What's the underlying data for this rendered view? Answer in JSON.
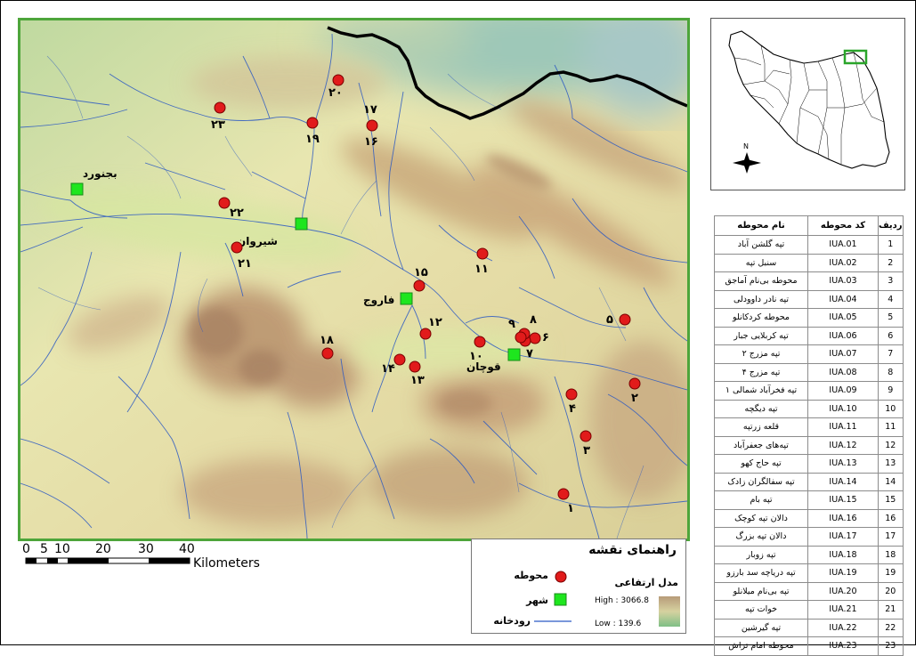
{
  "map": {
    "cities": [
      {
        "name": "بجنورد"
      },
      {
        "name": "شیروان"
      },
      {
        "name": "فاروج"
      },
      {
        "name": "قوچان"
      }
    ],
    "sites": [
      "1",
      "2",
      "3",
      "4",
      "5",
      "6",
      "7",
      "8",
      "9",
      "10",
      "11",
      "12",
      "13",
      "14",
      "15",
      "16",
      "17",
      "18",
      "19",
      "20",
      "21",
      "22",
      "23"
    ],
    "site_label_digits": [
      "۱",
      "۲",
      "۳",
      "۴",
      "۵",
      "۶",
      "۷",
      "۸",
      "۹",
      "۱۰",
      "۱۱",
      "۱۲",
      "۱۳",
      "۱۴",
      "۱۵",
      "۱۶",
      "۱۷",
      "۱۸",
      "۱۹",
      "۲۰",
      "۲۱",
      "۲۲",
      "۲۳"
    ],
    "colors": {
      "site": "#e11b1b",
      "city": "#1ee61e",
      "river": "#2b59c3",
      "border": "#000000",
      "frame": "#4da53a"
    }
  },
  "inset": {
    "north_label": "N"
  },
  "table": {
    "headers": {
      "row": "ردیف",
      "code": "کد محوطه",
      "name": "نام محوطه"
    },
    "rows": [
      {
        "row": "1",
        "code": "IUA.01",
        "name": "تپه گلشن آباد"
      },
      {
        "row": "2",
        "code": "IUA.02",
        "name": "سنبل تپه"
      },
      {
        "row": "3",
        "code": "IUA.03",
        "name": "محوطه بی‌نام آماجق"
      },
      {
        "row": "4",
        "code": "IUA.04",
        "name": "تپه نادر داوودلی"
      },
      {
        "row": "5",
        "code": "IUA.05",
        "name": "محوطه کردکانلو"
      },
      {
        "row": "6",
        "code": "IUA.06",
        "name": "تپه کربلایی جبار"
      },
      {
        "row": "7",
        "code": "IUA.07",
        "name": "تپه مزرج ۲"
      },
      {
        "row": "8",
        "code": "IUA.08",
        "name": "تپه مزرج ۴"
      },
      {
        "row": "9",
        "code": "IUA.09",
        "name": "تپه فخرآباد شمالی ۱"
      },
      {
        "row": "10",
        "code": "IUA.10",
        "name": "تپه دیگچه"
      },
      {
        "row": "11",
        "code": "IUA.11",
        "name": "قلعه زرتپه"
      },
      {
        "row": "12",
        "code": "IUA.12",
        "name": "تپه‌های جعفرآباد"
      },
      {
        "row": "13",
        "code": "IUA.13",
        "name": "تپه حاج کهو"
      },
      {
        "row": "14",
        "code": "IUA.14",
        "name": "تپه سفالگران زادک"
      },
      {
        "row": "15",
        "code": "IUA.15",
        "name": "تپه بام"
      },
      {
        "row": "16",
        "code": "IUA.16",
        "name": "دالان تپه کوچک"
      },
      {
        "row": "17",
        "code": "IUA.17",
        "name": "دالان تپه بزرگ"
      },
      {
        "row": "18",
        "code": "IUA.18",
        "name": "تپه زوبار"
      },
      {
        "row": "19",
        "code": "IUA.19",
        "name": "تپه دریاچه سد بارزو"
      },
      {
        "row": "20",
        "code": "IUA.20",
        "name": "تپه بی‌نام میلانلو"
      },
      {
        "row": "21",
        "code": "IUA.21",
        "name": "خوات تپه"
      },
      {
        "row": "22",
        "code": "IUA.22",
        "name": "تپه گیرشین"
      },
      {
        "row": "23",
        "code": "IUA.23",
        "name": "محوطه امام تراش"
      }
    ]
  },
  "scale": {
    "ticks": [
      "0",
      "5",
      "10",
      "20",
      "30",
      "40"
    ],
    "unit": "Kilometers"
  },
  "legend": {
    "title": "راهنمای نقشه",
    "site_label": "محوطه",
    "city_label": "شهر",
    "river_label": "رودخانه",
    "dem_label": "مدل ارتفاعی",
    "high_label": "High : 3066.8",
    "low_label": "Low : 139.6"
  }
}
